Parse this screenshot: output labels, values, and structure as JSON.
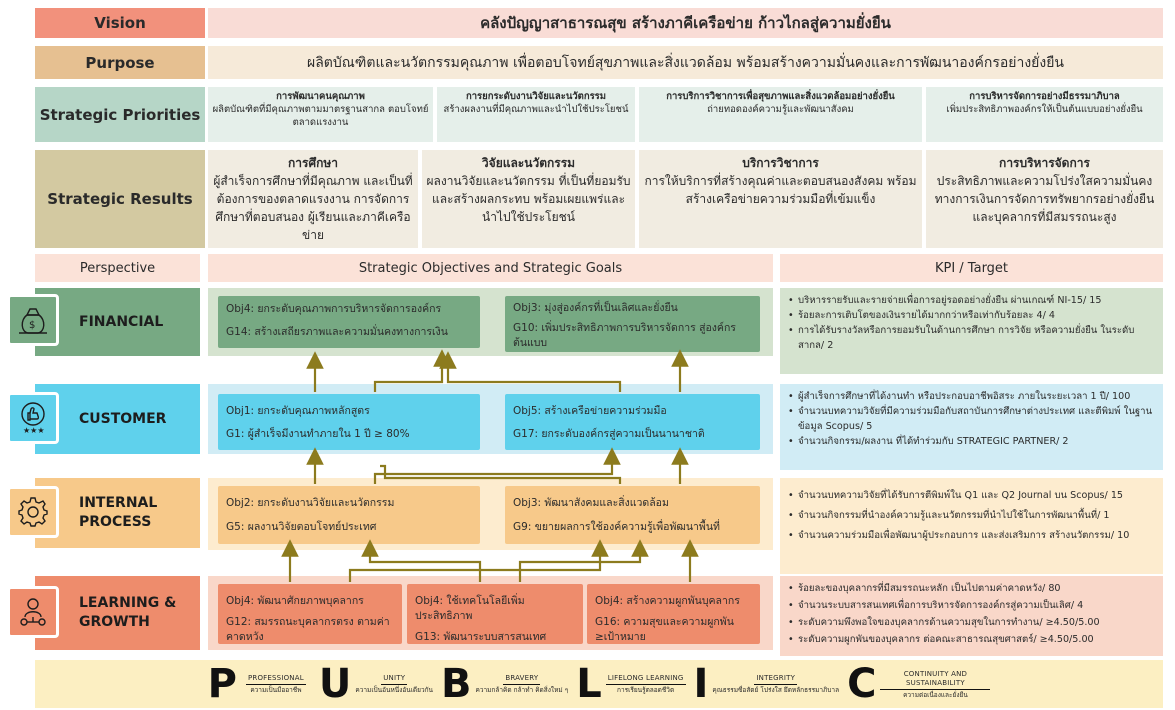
{
  "vision": {
    "label": "Vision",
    "text": "คลังปัญญาสาธารณสุข สร้างภาคีเครือข่าย ก้าวไกลสู่ความยั่งยืน"
  },
  "purpose": {
    "label": "Purpose",
    "text": "ผลิตบัณฑิตและนวัตกรรมคุณภาพ เพื่อตอบโจทย์สุขภาพและสิ่งแวดล้อม พร้อมสร้างความมั่นคงและการพัฒนาองค์กรอย่างยั่งยืน"
  },
  "priorities": {
    "label": "Strategic Priorities",
    "items": [
      {
        "title": "การพัฒนาคนคุณภาพ",
        "text": "ผลิตบัณฑิตที่มีคุณภาพตามมาตรฐานสากล ตอบโจทย์ตลาดแรงงาน"
      },
      {
        "title": "การยกระดับงานวิจัยและนวัตกรรม",
        "text": "สร้างผลงานที่มีคุณภาพและนำไปใช้ประโยชน์"
      },
      {
        "title": "การบริการวิชาการเพื่อสุขภาพและสิ่งแวดล้อมอย่างยั่งยืน",
        "text": "ถ่ายทอดองค์ความรู้และพัฒนาสังคม"
      },
      {
        "title": "การบริหารจัดการอย่างมีธรรมาภิบาล",
        "text": "เพิ่มประสิทธิภาพองค์กรให้เป็นต้นแบบอย่างยั่งยืน"
      }
    ]
  },
  "results": {
    "label": "Strategic Results",
    "items": [
      {
        "title": "การศึกษา",
        "text": "ผู้สำเร็จการศึกษาที่มีคุณภาพ และเป็นที่ต้องการของตลาดแรงงาน การจัดการศึกษาที่ตอบสนอง ผู้เรียนและภาคีเครือข่าย"
      },
      {
        "title": "วิจัยและนวัตกรรม",
        "text": "ผลงานวิจัยและนวัตกรรม ที่เป็นที่ยอมรับและสร้างผลกระทบ พร้อมเผยแพร่และนำไปใช้ประโยชน์"
      },
      {
        "title": "บริการวิชาการ",
        "text": "การให้บริการที่สร้างคุณค่าและตอบสนองสังคม พร้อมสร้างเครือข่ายความร่วมมือที่เข้มแข็ง"
      },
      {
        "title": "การบริหารจัดการ",
        "text": "ประสิทธิภาพและความโปร่งใสความมั่นคง ทางการเงินการจัดการทรัพยากรอย่างยั่งยืน และบุคลากรที่มีสมรรถนะสูง"
      }
    ]
  },
  "headers": {
    "perspective": "Perspective",
    "objectives": "Strategic Objectives and Strategic Goals",
    "kpi": "KPI / Target"
  },
  "financial": {
    "name": "FINANCIAL",
    "objectives": [
      {
        "obj": "Obj4: ยกระดับคุณภาพการบริหารจัดการองค์กร",
        "goal": "G14: สร้างเสถียรภาพและความมั่นคงทางการเงิน"
      },
      {
        "obj": "Obj3: มุ่งสู่องค์กรที่เป็นเลิศและยั่งยืน",
        "goal": "G10: เพิ่มประสิทธิภาพการบริหารจัดการ สู่องค์กรต้นแบบ"
      }
    ],
    "kpis": [
      "บริหารรายรับและรายจ่ายเพื่อการอยู่รอดอย่างยั่งยืน ผ่านเกณฑ์ NI-15/ 15",
      "ร้อยละการเติบโตของเงินรายได้มากกว่าหรือเท่ากับร้อยละ 4/ 4",
      "การได้รับรางวัลหรือการยอมรับในด้านการศึกษา การวิจัย หรือความยั่งยืน ในระดับสากล/ 2"
    ]
  },
  "customer": {
    "name": "CUSTOMER",
    "objectives": [
      {
        "obj": "Obj1: ยกระดับคุณภาพหลักสูตร",
        "goal": "G1: ผู้สำเร็จมีงานทำภายใน 1 ปี ≥ 80%"
      },
      {
        "obj": "Obj5: สร้างเครือข่ายความร่วมมือ",
        "goal": "G17: ยกระดับองค์กรสู่ความเป็นนานาชาติ"
      }
    ],
    "kpis": [
      "ผู้สำเร็จการศึกษาที่ได้งานทำ หรือประกอบอาชีพอิสระ ภายในระยะเวลา 1 ปี/ 100",
      "จำนวนบทความวิจัยที่มีความร่วมมือกับสถาบันการศึกษาต่างประเทศ และตีพิมพ์ ในฐานข้อมูล Scopus/ 5",
      "จำนวนกิจกรรม/ผลงาน ที่ได้ทำร่วมกับ STRATEGIC PARTNER/ 2"
    ]
  },
  "internal": {
    "name": "INTERNAL PROCESS",
    "name_line1": "INTERNAL",
    "name_line2": "PROCESS",
    "objectives": [
      {
        "obj": "Obj2: ยกระดับงานวิจัยและนวัตกรรม",
        "goal": "G5: ผลงานวิจัยตอบโจทย์ประเทศ"
      },
      {
        "obj": "Obj3: พัฒนาสังคมและสิ่งแวดล้อม",
        "goal": "G9: ขยายผลการใช้องค์ความรู้เพื่อพัฒนาพื้นที่"
      }
    ],
    "kpis": [
      "จำนวนบทความวิจัยที่ได้รับการตีพิมพ์ใน Q1 และ Q2 Journal บน Scopus/ 15",
      "จำนวนกิจกรรมที่นำองค์ความรู้และนวัตกรรมที่นำไปใช้ในการพัฒนาพื้นที่/ 1",
      "จำนวนความร่วมมือเพื่อพัฒนาผู้ประกอบการ และส่งเสริมการ สร้างนวัตกรรม/ 10"
    ]
  },
  "learning": {
    "name": "LEARNING & GROWTH",
    "name_line1": "LEARNING &",
    "name_line2": "GROWTH",
    "objectives": [
      {
        "obj": "Obj4: พัฒนาศักยภาพบุคลากร",
        "goal": "G12: สมรรถนะบุคลากรตรง ตามค่าคาดหวัง"
      },
      {
        "obj": "Obj4: ใช้เทคโนโลยีเพิ่มประสิทธิภาพ",
        "goal": "G13: พัฒนาระบบสารสนเทศ"
      },
      {
        "obj": "Obj4: สร้างความผูกพันบุคลากร",
        "goal": "G16: ความสุขและความผูกพัน ≥เป้าหมาย"
      }
    ],
    "kpis": [
      "ร้อยละของบุคลากรที่มีสมรรถนะหลัก เป็นไปตามค่าคาดหวัง/ 80",
      "จำนวนระบบสารสนเทศเพื่อการบริหารจัดการองค์กรสู่ความเป็นเลิศ/ 4",
      "ระดับความพึงพอใจของบุคลากรด้านความสุขในการทำงาน/ ≥4.50/5.00",
      "ระดับความผูกพันของบุคลากร ต่อคณะสาธารณสุขศาสตร์/ ≥4.50/5.00"
    ]
  },
  "values": [
    {
      "letter": "P",
      "en": "PROFESSIONAL",
      "th": "ความเป็นมืออาชีพ"
    },
    {
      "letter": "U",
      "en": "UNITY",
      "th": "ความเป็นอันหนึ่งอันเดียวกัน"
    },
    {
      "letter": "B",
      "en": "BRAVERY",
      "th": "ความกล้าคิด กล้าทำ คิดสิ่งใหม่ ๆ"
    },
    {
      "letter": "L",
      "en": "LIFELONG LEARNING",
      "th": "การเรียนรู้ตลอดชีวิต"
    },
    {
      "letter": "I",
      "en": "INTEGRITY",
      "th": "คุณธรรมซื่อสัตย์ โปร่งใส ยึดหลักธรรมาภิบาล"
    },
    {
      "letter": "C",
      "en": "CONTINUITY AND SUSTAINABILITY",
      "th": "ความต่อเนื่องและยั่งยืน"
    }
  ],
  "colors": {
    "financial": "#77a983",
    "financial_panel": "#d5e3cf",
    "customer": "#5fd1ec",
    "customer_panel": "#d1ecf5",
    "internal": "#f7c98a",
    "internal_panel": "#fdeccf",
    "learning": "#ee8c6c",
    "learning_panel": "#f9d7c9",
    "arrow": "#8c7b1e"
  },
  "icons": [
    "money-bag-icon",
    "thumbs-up-rating-icon",
    "gear-icon",
    "people-network-icon"
  ]
}
